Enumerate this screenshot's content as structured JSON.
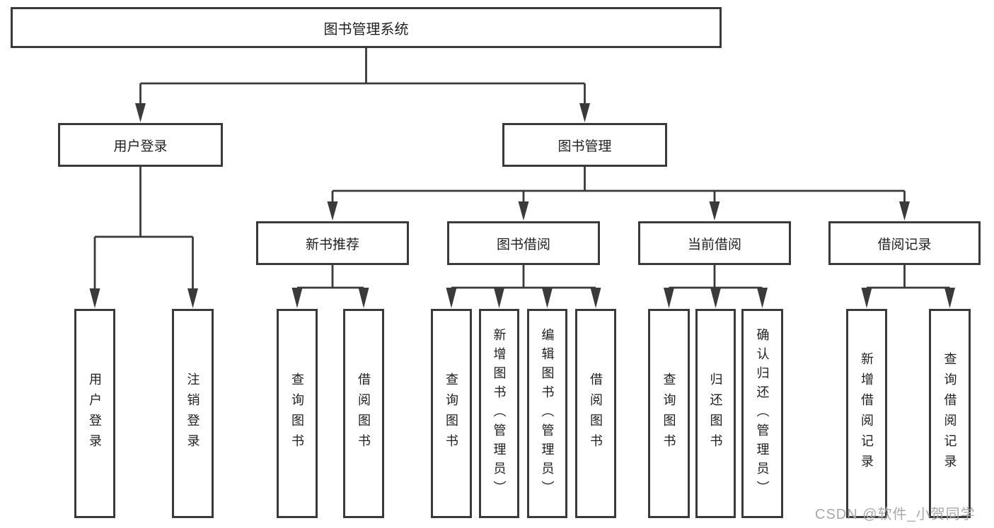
{
  "diagram": {
    "title": "图书管理系统",
    "watermark": "CSDN @软件_小贺同学",
    "colors": {
      "line": "#3a3a3a",
      "text": "#1f1f1f",
      "background": "#ffffff",
      "watermark": "#a8a8a8"
    },
    "nodes": {
      "root": {
        "label": "图书管理系统"
      },
      "user_login": {
        "label": "用户登录"
      },
      "book_mgmt": {
        "label": "图书管理"
      },
      "new_book_rec": {
        "label": "新书推荐"
      },
      "book_borrow": {
        "label": "图书借阅"
      },
      "current_borrow": {
        "label": "当前借阅"
      },
      "borrow_records": {
        "label": "借阅记录"
      },
      "leaf_user_login": {
        "label": "用户登录"
      },
      "leaf_logout": {
        "label": "注销登录"
      },
      "leaf_query_book_1": {
        "label": "查询图书"
      },
      "leaf_borrow_book_1": {
        "label": "借阅图书"
      },
      "leaf_query_book_2": {
        "label": "查询图书"
      },
      "leaf_add_book": {
        "label": "新增图书（管理员）"
      },
      "leaf_edit_book": {
        "label": "编辑图书（管理员）"
      },
      "leaf_borrow_book_2": {
        "label": "借阅图书"
      },
      "leaf_query_book_3": {
        "label": "查询图书"
      },
      "leaf_return_book": {
        "label": "归还图书"
      },
      "leaf_confirm_return": {
        "label": "确认归还（管理员）"
      },
      "leaf_add_record": {
        "label": "新增借阅记录"
      },
      "leaf_query_record": {
        "label": "查询借阅记录"
      }
    },
    "hierarchy": [
      {
        "parent": "图书管理系统",
        "children": [
          "用户登录",
          "图书管理"
        ]
      },
      {
        "parent": "用户登录",
        "children": [
          "用户登录",
          "注销登录"
        ]
      },
      {
        "parent": "图书管理",
        "children": [
          "新书推荐",
          "图书借阅",
          "当前借阅",
          "借阅记录"
        ]
      },
      {
        "parent": "新书推荐",
        "children": [
          "查询图书",
          "借阅图书"
        ]
      },
      {
        "parent": "图书借阅",
        "children": [
          "查询图书",
          "新增图书（管理员）",
          "编辑图书（管理员）",
          "借阅图书"
        ]
      },
      {
        "parent": "当前借阅",
        "children": [
          "查询图书",
          "归还图书",
          "确认归还（管理员）"
        ]
      },
      {
        "parent": "借阅记录",
        "children": [
          "新增借阅记录",
          "查询借阅记录"
        ]
      }
    ]
  }
}
